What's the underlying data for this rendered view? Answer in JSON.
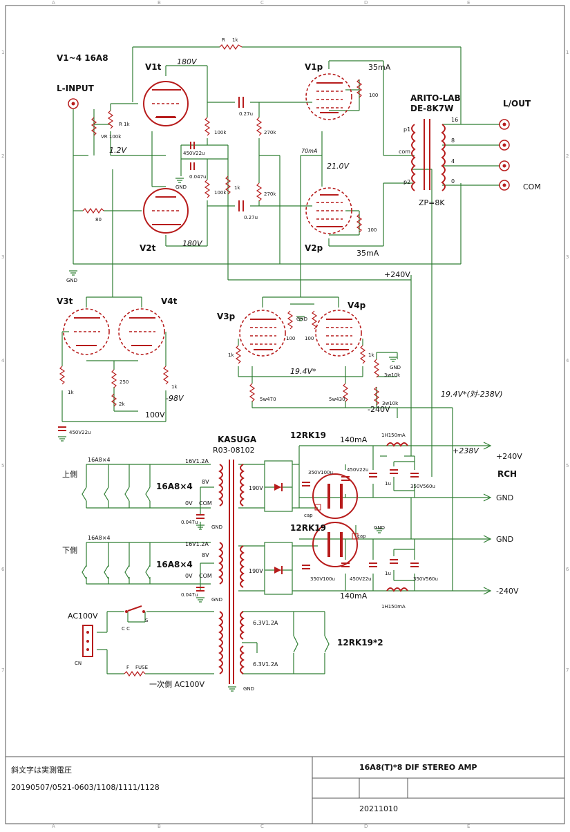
{
  "title": {
    "name": "16A8(T)*8 DIF STEREO AMP",
    "note": "斜文字は実測電圧",
    "revisions": "20190507/0521-0603/1108/1111/1128",
    "date": "20211010"
  },
  "frame": {
    "cols": [
      "A",
      "B",
      "C",
      "D",
      "E"
    ],
    "rows": [
      "1",
      "2",
      "3",
      "4",
      "5",
      "6",
      "7"
    ]
  },
  "labels": {
    "tubes_type": "V1~4 16A8",
    "input": "L-INPUT",
    "output": "L/OUT",
    "v1t": "V1t",
    "v2t": "V2t",
    "v1p": "V1p",
    "v2p": "V2p",
    "v3t": "V3t",
    "v4t": "V4t",
    "v3p": "V3p",
    "v4p": "V4p",
    "ot_maker": "ARITO-LAB",
    "ot_model": "DE-8K7W",
    "ot_zp": "ZP=8K",
    "ot_p1": "p1",
    "ot_com": "com",
    "ot_p2": "p2",
    "tap16": "16",
    "tap8": "8",
    "tap4": "4",
    "tap0": "0",
    "com_out": "COM",
    "kasuga": "KASUGA",
    "pt_model": "R03-08102",
    "rect": "12RK19",
    "rect_twice": "12RK19*2",
    "heater_upper": "上側",
    "heater_lower": "下側",
    "heater_tag": "16A8×4",
    "heater_tag_small": "16A8×4",
    "ac_in": "AC100V",
    "primary": "一次側  AC100V",
    "cn": "CN",
    "fuse": "FUSE",
    "rch": "RCH",
    "plus240": "+240V",
    "gnd": "GND",
    "minus240": "-240V",
    "sec_16v": "16V1.2A",
    "sec_8v": "8V",
    "sec_0v": "0V",
    "sec_com": "COM",
    "sec_190": "190V",
    "sec_63a": "6.3V1.2A",
    "sec_63b": "6.3V1.2A",
    "cap_label": "cap",
    "s_label": "S",
    "f_label": "F",
    "cc_label": "C  C"
  },
  "measured": {
    "v1t_plate": "180V",
    "v2t_plate": "180V",
    "cathode": "1.2V",
    "v1p_current": "35mA",
    "v2p_current": "35mA",
    "screen": "21.0V",
    "pp_current": "70mA",
    "bias_a": "19.4V*",
    "bias_b": "19.4V*(対-238V)",
    "neg98": "-98V",
    "v100": "100V",
    "plus240_node": "+240V",
    "minus240_node": "-240V",
    "plus238": "+238V",
    "ma140a": "140mA",
    "ma140b": "140mA"
  },
  "parts": {
    "r1k_top": "1k",
    "r_top": "R",
    "vr100k": "VR\n100k",
    "r1k_in": "R\n1k",
    "r80": "80",
    "c027a": "0.27u",
    "c027b": "0.27u",
    "r100k_a": "100k",
    "r100k_b": "100k",
    "r270k_a": "270k",
    "r270k_b": "270k",
    "r1k_mid": "1k",
    "c450v22u": "450V22u",
    "c0047": "0.047u",
    "r100_a": "100",
    "r100_b": "100",
    "r100_c": "100",
    "r100_d": "100",
    "r1k_g3": "1k",
    "r1k_g4": "1k",
    "r5w470": "5w470",
    "r5w430": "5w430",
    "r3w10k_a": "3w10k",
    "r3w10k_b": "3w10k",
    "r250": "250",
    "vr2k": "2k",
    "r1k_v3": "1k",
    "r1k_v4": "1k",
    "c450v22u_b": "450V22u",
    "c350v100u_a": "350V100u",
    "c450v22u_c": "450V22u",
    "c350v560u_a": "350V560u",
    "c1u_a": "1u",
    "l1h150_a": "1H150mA",
    "c350v100u_b": "350V100u",
    "c450v22u_d": "450V22u",
    "c350v560u_b": "350V560u",
    "c1u_b": "1u",
    "l1h150_b": "1H150mA",
    "c0047_h1": "0.047u",
    "c0047_h2": "0.047u"
  },
  "colors": {
    "wire": "#2e7d32",
    "component": "#b71c1c",
    "text": "#111111"
  }
}
